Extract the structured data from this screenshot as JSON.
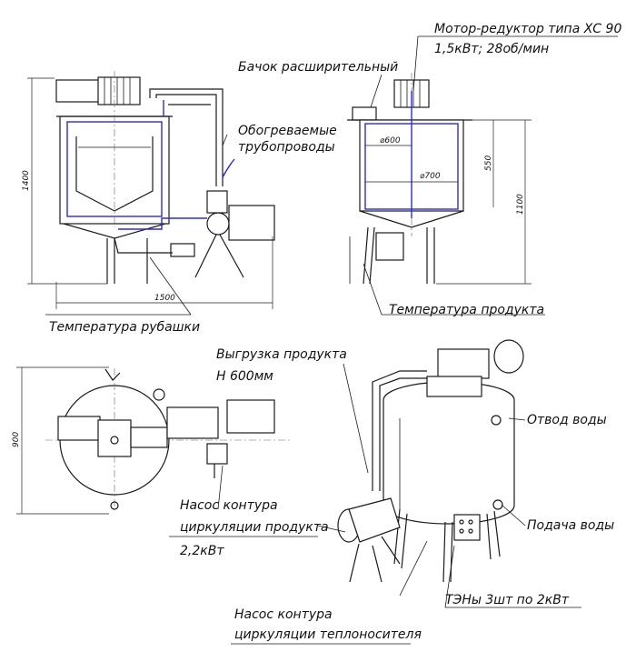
{
  "labels": {
    "motor": "Мотор-редуктор типа ХС 90",
    "motor_spec": "1,5кВт; 28об/мин",
    "expansion_tank": "Бачок расширительный",
    "heated_pipes_1": "Обогреваемые",
    "heated_pipes_2": "трубопроводы",
    "jacket_temp": "Температура рубашки",
    "product_temp": "Температура продукта",
    "unload_1": "Выгрузка продукта",
    "unload_2": "H 600мм",
    "water_out": "Отвод воды",
    "water_in": "Подача воды",
    "pump_product_1": "Насос контура",
    "pump_product_2": "циркуляции продукта",
    "pump_product_3": "2,2кВт",
    "heaters": "ТЭНы 3шт по 2кВт",
    "pump_coolant_1": "Насос контура",
    "pump_coolant_2": "циркуляции теплоносителя"
  },
  "dimensions": {
    "height_total": "1400",
    "width_total": "1500",
    "diam_inner": "⌀600",
    "diam_outer": "⌀700",
    "height_550": "550",
    "height_1100": "1100",
    "plan_900": "900"
  }
}
